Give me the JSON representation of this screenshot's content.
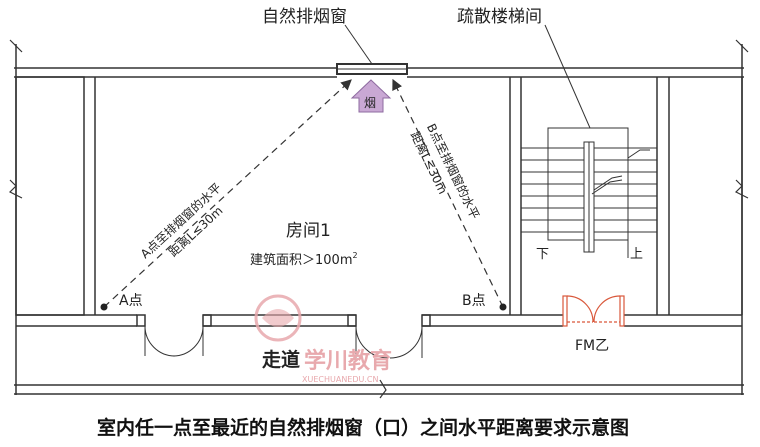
{
  "labels": {
    "smoke_window": "自然排烟窗",
    "stair": "疏散楼梯间",
    "smoke_char": "烟",
    "room_name": "房间1",
    "room_area_prefix": "建筑面积＞100m",
    "room_area_sup": "2",
    "point_a": "A点",
    "point_b": "B点",
    "note_a_1": "A点至排烟窗的水平",
    "note_a_2": "距离L≤30m",
    "note_b_1": "B点至排烟窗的水平",
    "note_b_2": "距离L≤30m",
    "stair_down": "下",
    "stair_up": "上",
    "fire_door": "FM乙",
    "corridor": "走道",
    "caption": "室内任一点至最近的自然排烟窗（口）之间水平距离要求示意图"
  },
  "watermark": {
    "text": "学川教育",
    "subtext": "XUECHUANEDU.CN"
  },
  "colors": {
    "line": "#333333",
    "smoke": "#c9a8d4",
    "door": "#d9583b",
    "watermark": "#e8a9ad"
  }
}
